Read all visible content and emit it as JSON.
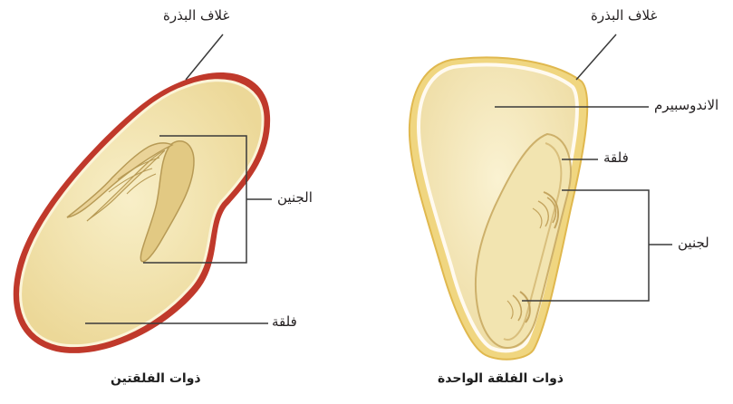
{
  "left_figure": {
    "caption": "ذوات الفلقتين",
    "labels": {
      "seed_coat": "غلاف البذرة",
      "embryo": "الجنين",
      "cotyledon": "فلقة"
    }
  },
  "right_figure": {
    "caption": "ذوات الفلقة الواحدة",
    "labels": {
      "seed_coat": "غلاف البذرة",
      "endosperm": "الاندوسبيرم",
      "cotyledon": "فلقة",
      "embryo": "لجنين"
    }
  },
  "colors": {
    "seed_fill": "#f0e0a4",
    "seed_fill_light": "#f6ebbf",
    "dicot_coat": "#c0392b",
    "monocot_coat": "#e8c566",
    "embryo": "#e6cf8e",
    "leader_line": "#3a3a3a"
  }
}
